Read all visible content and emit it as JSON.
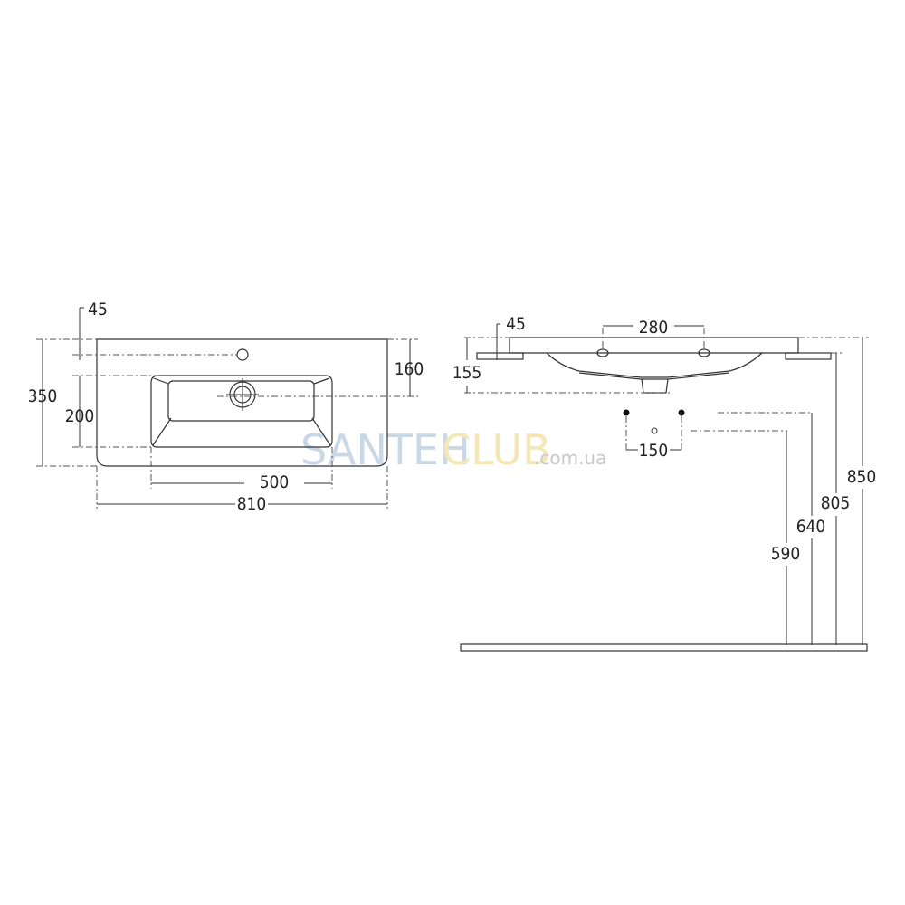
{
  "watermark": {
    "part1": "SANTEH",
    "part2": "CLUB",
    "part3": ".com.ua",
    "colors": {
      "part1": "#c9d8e6",
      "part2": "#f5e6b8",
      "part3": "#c8c8c8"
    }
  },
  "top_view": {
    "dims": {
      "hole_offset": "45",
      "total_depth": "350",
      "bowl_depth": "200",
      "drain_offset": "160",
      "bowl_width": "500",
      "total_width": "810"
    }
  },
  "side_view": {
    "dims": {
      "rim": "45",
      "tap_spacing": "280",
      "height": "155",
      "supply_spacing": "150",
      "h590": "590",
      "h640": "640",
      "h805": "805",
      "h850": "850"
    }
  }
}
